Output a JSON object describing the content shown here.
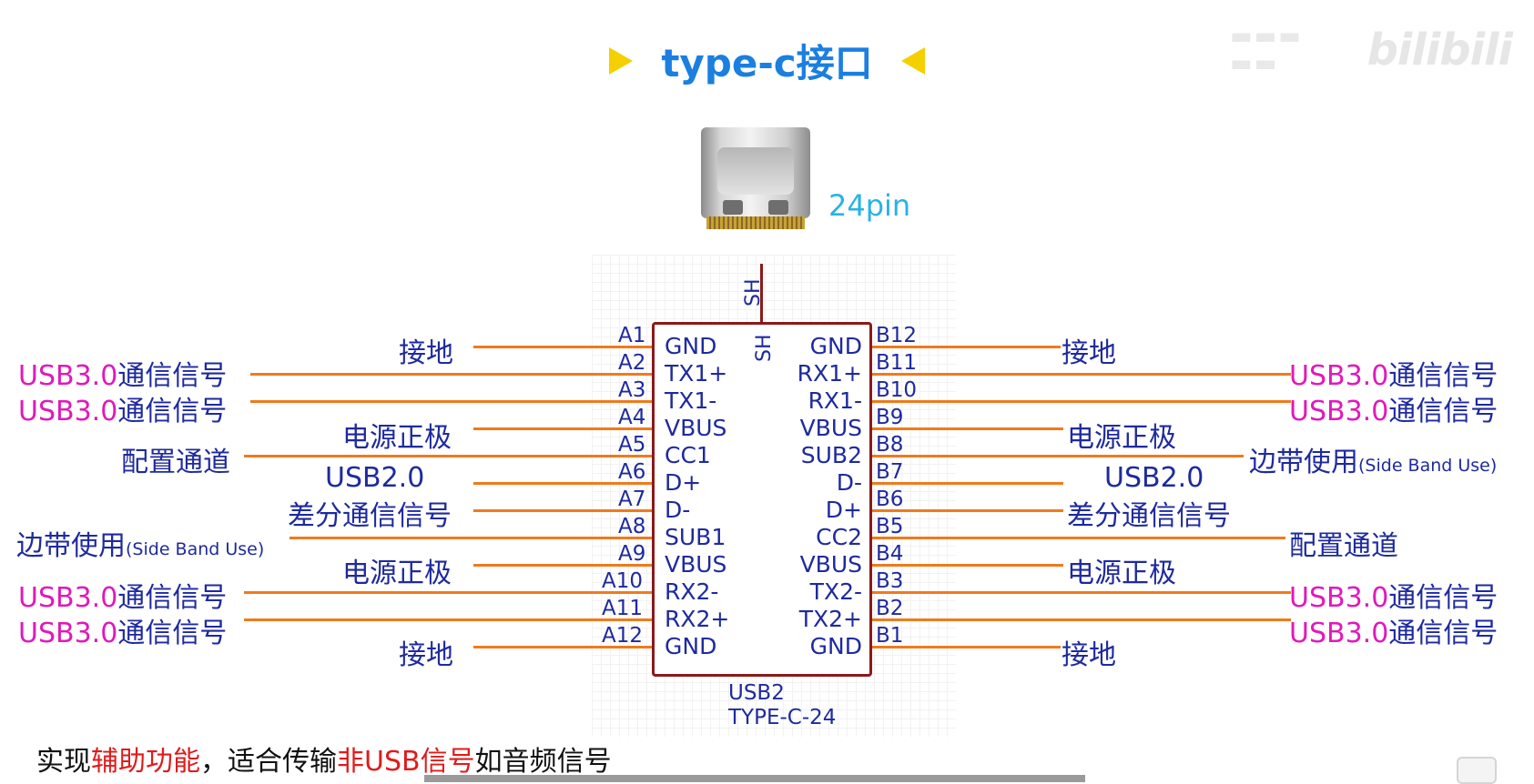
{
  "header": {
    "title": "type-c接口",
    "watermark_brand": "bilibili"
  },
  "connector": {
    "pin_count_label": "24pin"
  },
  "chip": {
    "sh_top": "SH",
    "sh_inner": "SH",
    "caption_line1": "USB2",
    "caption_line2": "TYPE-C-24",
    "left_pins": [
      {
        "num": "A1",
        "name": "GND"
      },
      {
        "num": "A2",
        "name": "TX1+"
      },
      {
        "num": "A3",
        "name": "TX1-"
      },
      {
        "num": "A4",
        "name": "VBUS"
      },
      {
        "num": "A5",
        "name": "CC1"
      },
      {
        "num": "A6",
        "name": "D+"
      },
      {
        "num": "A7",
        "name": "D-"
      },
      {
        "num": "A8",
        "name": "SUB1"
      },
      {
        "num": "A9",
        "name": "VBUS"
      },
      {
        "num": "A10",
        "name": "RX2-"
      },
      {
        "num": "A11",
        "name": "RX2+"
      },
      {
        "num": "A12",
        "name": "GND"
      }
    ],
    "right_pins": [
      {
        "num": "B12",
        "name": "GND"
      },
      {
        "num": "B11",
        "name": "RX1+"
      },
      {
        "num": "B10",
        "name": "RX1-"
      },
      {
        "num": "B9",
        "name": "VBUS"
      },
      {
        "num": "B8",
        "name": "SUB2"
      },
      {
        "num": "B7",
        "name": "D-"
      },
      {
        "num": "B6",
        "name": "D+"
      },
      {
        "num": "B5",
        "name": "CC2"
      },
      {
        "num": "B4",
        "name": "VBUS"
      },
      {
        "num": "B3",
        "name": "TX2-"
      },
      {
        "num": "B2",
        "name": "TX2+"
      },
      {
        "num": "B1",
        "name": "GND"
      }
    ]
  },
  "annotations": {
    "left": {
      "gnd_top": "接地",
      "usb30_1": "USB3.0",
      "usb30_1_cn": "通信信号",
      "usb30_2": "USB3.0",
      "usb30_2_cn": "通信信号",
      "power_1": "电源正极",
      "config": "配置通道",
      "usb20": "USB2.0",
      "diff": "差分通信信号",
      "sideband": "边带使用",
      "sideband_en": "(Side Band Use)",
      "power_2": "电源正极",
      "usb30_3": "USB3.0",
      "usb30_3_cn": "通信信号",
      "usb30_4": "USB3.0",
      "usb30_4_cn": "通信信号",
      "gnd_bottom": "接地"
    },
    "right": {
      "gnd_top": "接地",
      "usb30_1": "USB3.0",
      "usb30_1_cn": "通信信号",
      "usb30_2": "USB3.0",
      "usb30_2_cn": "通信信号",
      "power_1": "电源正极",
      "sideband": "边带使用",
      "sideband_en": "(Side Band Use)",
      "usb20": "USB2.0",
      "diff": "差分通信信号",
      "config": "配置通道",
      "power_2": "电源正极",
      "usb30_3": "USB3.0",
      "usb30_3_cn": "通信信号",
      "usb30_4": "USB3.0",
      "usb30_4_cn": "通信信号",
      "gnd_bottom": "接地"
    }
  },
  "footer": {
    "caption_part1": "实现",
    "caption_part2": "辅助功能",
    "caption_part3": "，适合传输",
    "caption_part4": "非USB信号",
    "caption_part5": "如音频信号"
  },
  "colors": {
    "title": "#1a7fe0",
    "arrow": "#f5d000",
    "wire": "#f07a1c",
    "chip_outline": "#8b1a1a",
    "label_blue": "#1e2a9e",
    "label_magenta": "#e01aba",
    "highlight_red": "#e01b1b",
    "pin_count": "#27b3e6"
  }
}
